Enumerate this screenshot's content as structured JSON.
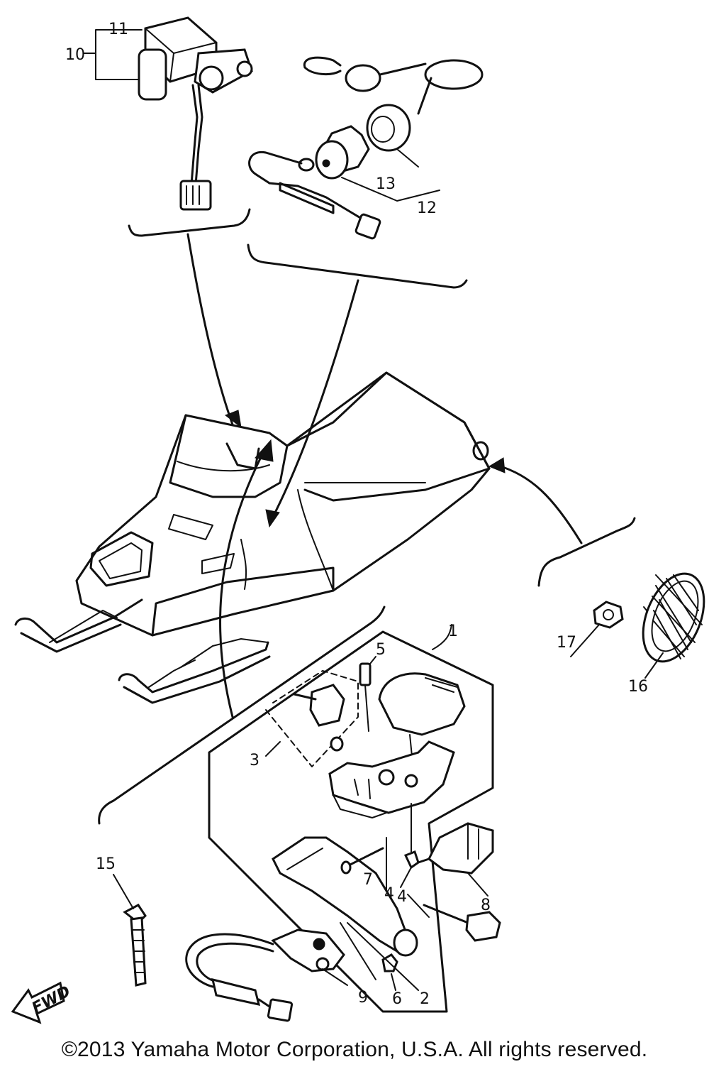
{
  "callouts": {
    "c1": "1",
    "c2": "2",
    "c3": "3",
    "c4a": "4",
    "c4b": "4",
    "c5": "5",
    "c6": "6",
    "c7": "7",
    "c8": "8",
    "c9": "9",
    "c10": "10",
    "c11": "11",
    "c12": "12",
    "c13": "13",
    "c15": "15",
    "c16": "16",
    "c17": "17"
  },
  "fwd_label": "FWD",
  "copyright": "©2013 Yamaha Motor Corporation, U.S.A. All rights reserved."
}
